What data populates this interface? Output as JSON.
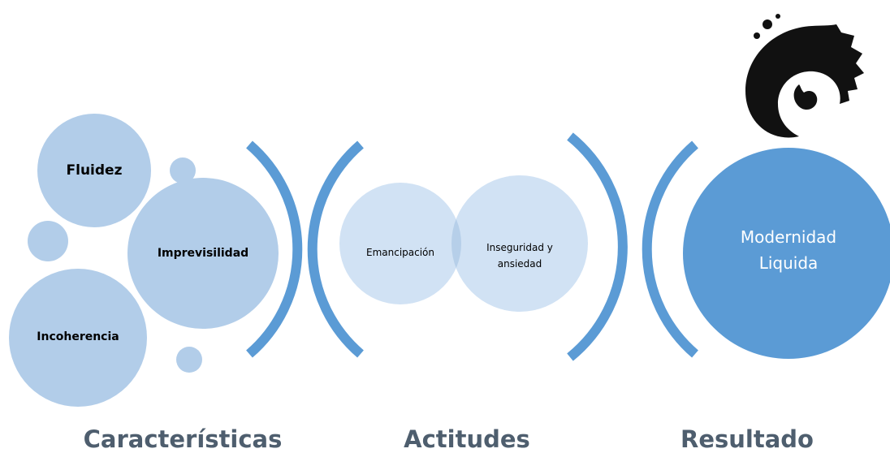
{
  "characteristics": {
    "fluidez": "Fluidez",
    "imprevisilidad": "Imprevisilidad",
    "incoherencia": "Incoherencia"
  },
  "attitudes": {
    "emancipacion": "Emancipación",
    "inseguridad": "Inseguridad y ansiedad"
  },
  "result": {
    "label": "Modernidad Liquida"
  },
  "sections": {
    "characteristics": "Características",
    "attitudes": "Actitudes",
    "result": "Resultado"
  },
  "colors": {
    "light_circle": "#b2cde9",
    "pale_circle": "#d1e2f4",
    "overlap": "#b6cfe9",
    "bracket": "#5b9bd5",
    "result_circle": "#5b9bd5",
    "section_text": "#4e5e6e",
    "logo": "#111111"
  },
  "logo_icon": "wave-logo-icon"
}
